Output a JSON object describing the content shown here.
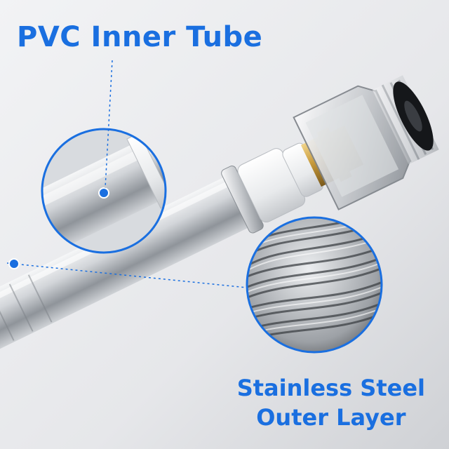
{
  "labels": {
    "inner": "PVC Inner Tube",
    "outer_line1": "Stainless Steel",
    "outer_line2": "Outer Layer"
  },
  "colors": {
    "accent": "#1a6fe0",
    "background": "#e9eaec",
    "brass": "#c79a3c",
    "steel": "#c9ccd0"
  }
}
